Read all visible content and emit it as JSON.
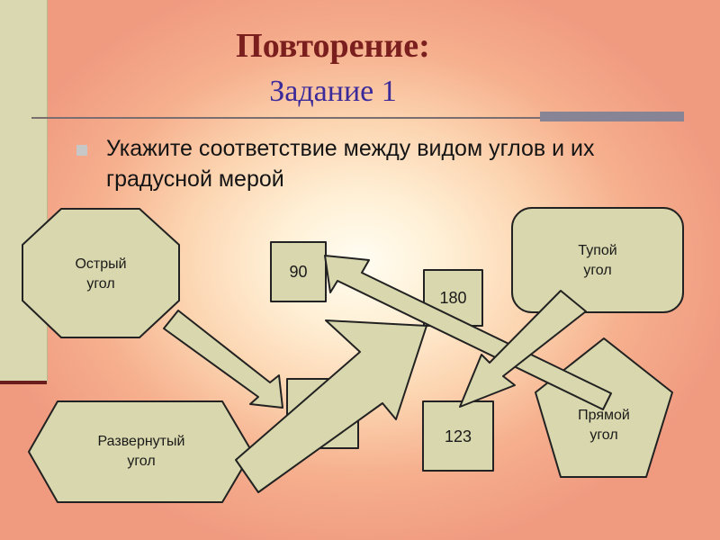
{
  "slide": {
    "title": "Повторение:",
    "subtitle": "Задание 1",
    "instruction": "Укажите соответствие между  видом углов и их градусной мерой"
  },
  "angle_types": [
    {
      "label": "Острый\nугол"
    },
    {
      "label": "Развернутый\nугол"
    },
    {
      "label": "Тупой\nугол"
    },
    {
      "label": "Прямой\nугол"
    }
  ],
  "degree_boxes": [
    {
      "label": "90"
    },
    {
      "label": "180"
    },
    {
      "label": "123"
    },
    {
      "label": ""
    }
  ],
  "colors": {
    "shape_fill": "#d8d7ad",
    "shape_stroke": "#222222",
    "title": "#7a1e1e",
    "subtitle": "#3a2a9a"
  }
}
